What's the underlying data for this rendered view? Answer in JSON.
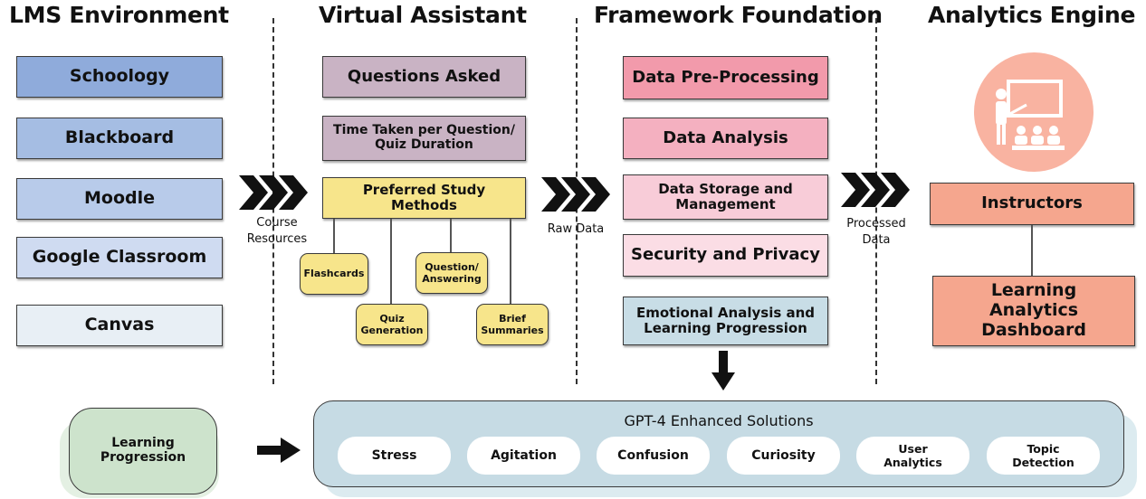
{
  "headings": {
    "lms": "LMS Environment",
    "assistant": "Virtual Assistant",
    "framework": "Framework Foundation",
    "analytics": "Analytics Engine"
  },
  "lms_items": [
    "Schoology",
    "Blackboard",
    "Moodle",
    "Google Classroom",
    "Canvas"
  ],
  "assistant": {
    "questions": "Questions Asked",
    "time_line1": "Time Taken per Question/",
    "time_line2": "Quiz Duration",
    "study_line1": "Preferred Study",
    "study_line2": "Methods",
    "methods": {
      "flashcards": "Flashcards",
      "qa_line1": "Question/",
      "qa_line2": "Answering",
      "quiz_line1": "Quiz",
      "quiz_line2": "Generation",
      "brief_line1": "Brief",
      "brief_line2": "Summaries"
    }
  },
  "framework_items": {
    "preprocessing": "Data Pre-Processing",
    "analysis": "Data Analysis",
    "storage_line1": "Data Storage and",
    "storage_line2": "Management",
    "security": "Security and Privacy",
    "emotional_line1": "Emotional Analysis and",
    "emotional_line2": "Learning Progression"
  },
  "analytics_items": {
    "instructors": "Instructors",
    "dash_line1": "Learning",
    "dash_line2": "Analytics",
    "dash_line3": "Dashboard"
  },
  "flow_labels": {
    "course_line1": "Course",
    "course_line2": "Resources",
    "raw": "Raw Data",
    "processed_line1": "Processed",
    "processed_line2": "Data"
  },
  "learning": {
    "line1": "Learning",
    "line2": "Progression"
  },
  "gpt": {
    "title": "GPT-4 Enhanced Solutions",
    "stress": "Stress",
    "agitation": "Agitation",
    "confusion": "Confusion",
    "curiosity": "Curiosity",
    "user_line1": "User",
    "user_line2": "Analytics",
    "topic_line1": "Topic",
    "topic_line2": "Detection"
  },
  "icons": {
    "chevrons": "triple-chevron-right-icon",
    "down_arrow": "arrow-down-icon",
    "right_arrow": "arrow-right-icon",
    "teacher": "teacher-presentation-icon"
  },
  "colors": {
    "lms": [
      "#8fabdb",
      "#a5bde3",
      "#b8cbea",
      "#cfdbf1",
      "#e8eff5"
    ],
    "assistant": "#c9b3c4",
    "study": "#f7e58b",
    "framework": [
      "#f29aab",
      "#f4b0c0",
      "#f8ccd8",
      "#fbdde5"
    ],
    "emotional": "#c8dde6",
    "analytics": "#f5a68e",
    "circle": "#f9b3a1",
    "learning": "#cde3cc",
    "gpt_panel": "#c6dbe4"
  }
}
